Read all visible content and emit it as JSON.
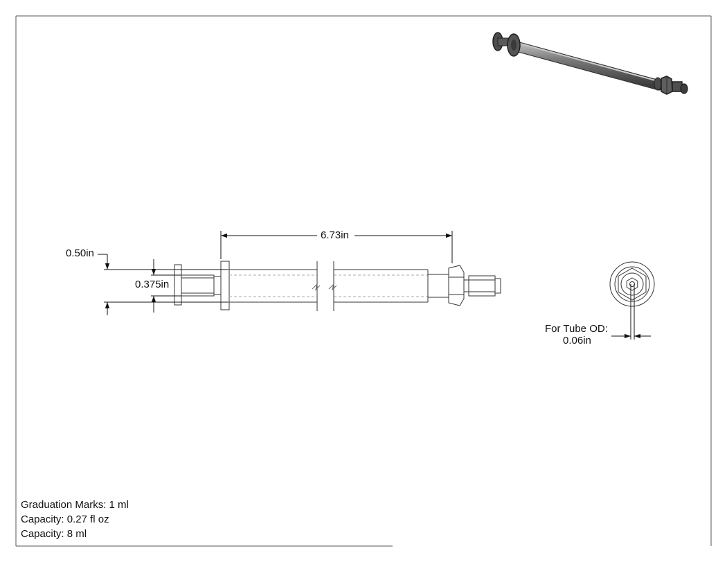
{
  "drawing": {
    "dimensions": {
      "length": "6.73in",
      "outer_diameter": "0.50in",
      "inner_diameter": "0.375in",
      "tube_od_label": "For Tube OD:",
      "tube_od_value": "0.06in"
    },
    "notes": [
      "Graduation Marks: 1 ml",
      "Capacity: 0.27 fl oz",
      "Capacity: 8 ml"
    ]
  }
}
